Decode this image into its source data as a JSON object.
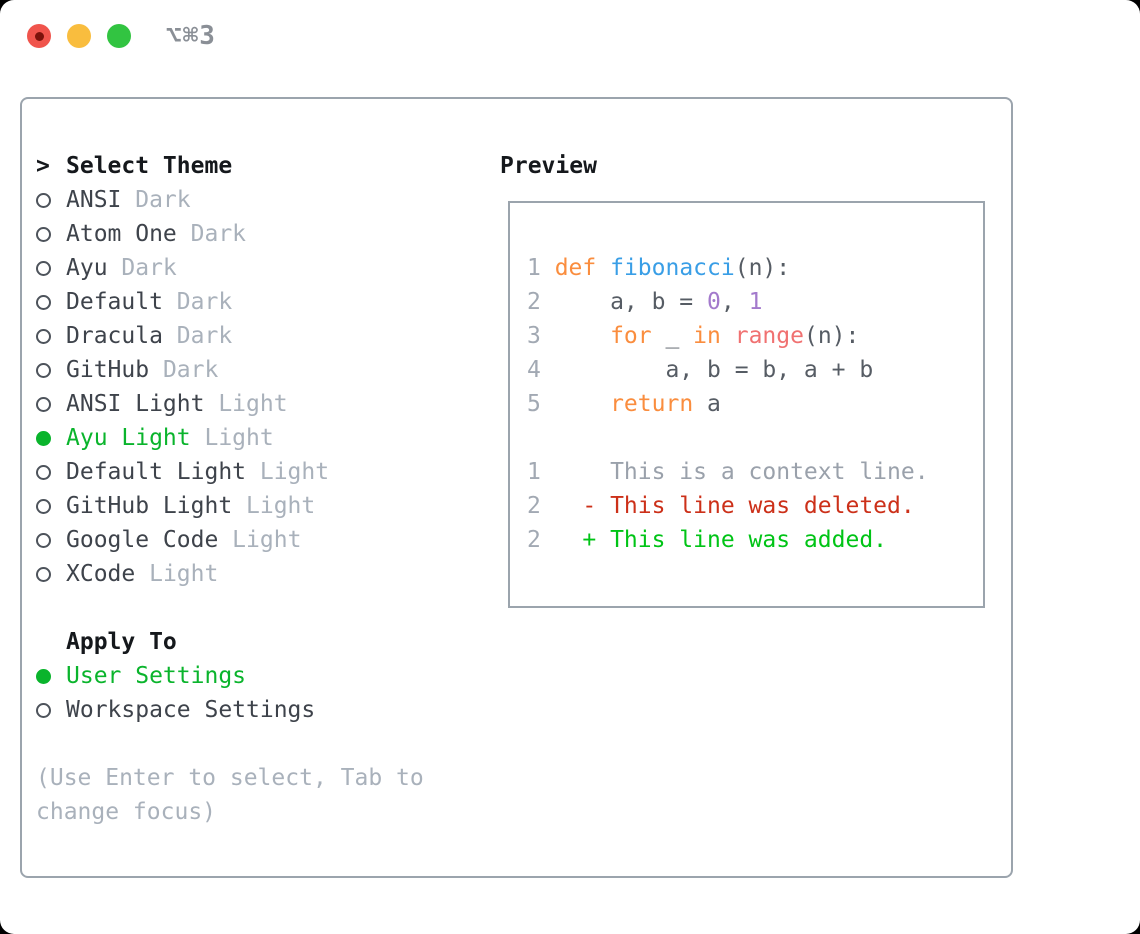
{
  "titlebar": {
    "title": "⌥⌘3",
    "buttons": [
      "close",
      "minimize",
      "zoom"
    ]
  },
  "theme_picker": {
    "pointer": ">",
    "header": "Select Theme",
    "items": [
      {
        "name": "ANSI",
        "tag": "Dark",
        "selected": false
      },
      {
        "name": "Atom One",
        "tag": "Dark",
        "selected": false
      },
      {
        "name": "Ayu",
        "tag": "Dark",
        "selected": false
      },
      {
        "name": "Default",
        "tag": "Dark",
        "selected": false
      },
      {
        "name": "Dracula",
        "tag": "Dark",
        "selected": false
      },
      {
        "name": "GitHub",
        "tag": "Dark",
        "selected": false
      },
      {
        "name": "ANSI Light",
        "tag": "Light",
        "selected": false
      },
      {
        "name": "Ayu Light",
        "tag": "Light",
        "selected": true
      },
      {
        "name": "Default Light",
        "tag": "Light",
        "selected": false
      },
      {
        "name": "GitHub Light",
        "tag": "Light",
        "selected": false
      },
      {
        "name": "Google Code",
        "tag": "Light",
        "selected": false
      },
      {
        "name": "XCode",
        "tag": "Light",
        "selected": false
      }
    ]
  },
  "apply_to": {
    "header": "Apply To",
    "options": [
      {
        "label": "User Settings",
        "selected": true
      },
      {
        "label": "Workspace Settings",
        "selected": false
      }
    ]
  },
  "hint": "(Use Enter to select, Tab to change focus)",
  "preview": {
    "label": "Preview",
    "lines": [
      {
        "num": "1",
        "tokens": [
          [
            "def",
            "kw"
          ],
          [
            " ",
            "fg"
          ],
          [
            "fibonacci",
            "fn"
          ],
          [
            "(n):",
            "fg"
          ]
        ]
      },
      {
        "num": "2",
        "tokens": [
          [
            "    a, b = ",
            "fg"
          ],
          [
            "0",
            "num"
          ],
          [
            ", ",
            "fg"
          ],
          [
            "1",
            "num"
          ]
        ]
      },
      {
        "num": "3",
        "tokens": [
          [
            "    ",
            "fg"
          ],
          [
            "for",
            "kw"
          ],
          [
            " _ ",
            "fg"
          ],
          [
            "in",
            "kw"
          ],
          [
            " ",
            "fg"
          ],
          [
            "range",
            "call"
          ],
          [
            "(n):",
            "fg"
          ]
        ]
      },
      {
        "num": "4",
        "tokens": [
          [
            "        a, b = b, a + b",
            "fg"
          ]
        ]
      },
      {
        "num": "5",
        "tokens": [
          [
            "    ",
            "fg"
          ],
          [
            "return",
            "kw"
          ],
          [
            " a",
            "fg"
          ]
        ]
      },
      {
        "blank": true
      },
      {
        "num": "1",
        "tokens": [
          [
            "    This is a context line.",
            "ctx"
          ]
        ]
      },
      {
        "num": "2",
        "tokens": [
          [
            "  - This line was deleted.",
            "del"
          ]
        ]
      },
      {
        "num": "2",
        "tokens": [
          [
            "  + This line was added.",
            "add"
          ]
        ]
      }
    ]
  },
  "colors": {
    "accent_green": "#0ab42c",
    "keyword": "#fa8d3e",
    "function": "#399ee6",
    "number": "#a37acc",
    "call": "#f07171",
    "code_fg": "#565c64",
    "line_number": "#a2a9b3",
    "context": "#9aa1ab",
    "deleted": "#cc3019",
    "added": "#00c416",
    "muted": "#a9b1bb",
    "text": "#3e434b",
    "heading": "#15181c",
    "border": "#9ba4ad",
    "titlebar_red": "#f0544c",
    "titlebar_red_dot": "#7b120b",
    "titlebar_yellow": "#f9bd3e",
    "titlebar_green": "#32c441",
    "title_text": "#8a8f96"
  }
}
